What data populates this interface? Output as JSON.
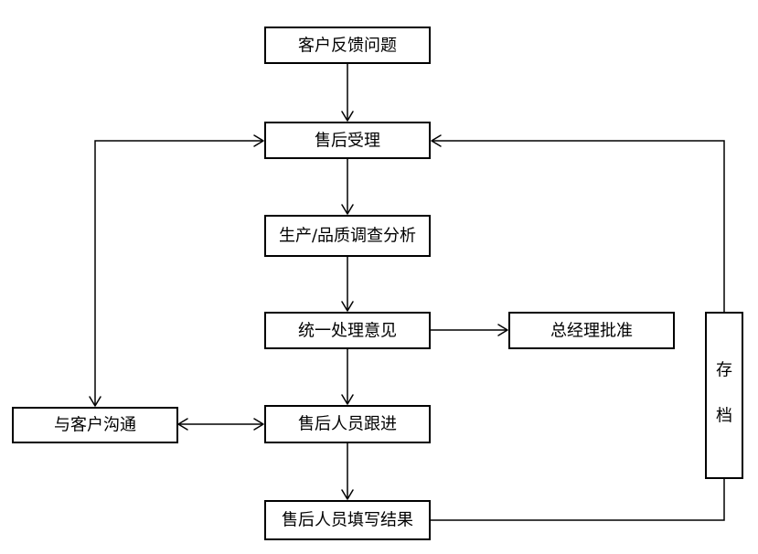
{
  "diagram": {
    "nodes": {
      "customer_feedback": "客户反馈问题",
      "after_sales_intake": "售后受理",
      "production_quality_analysis": "生产/品质调查分析",
      "unified_handling_opinion": "统一处理意见",
      "gm_approval": "总经理批准",
      "after_sales_followup": "售后人员跟进",
      "customer_communication": "与客户沟通",
      "after_sales_record_result": "售后人员填写结果",
      "archive": "存档",
      "archive_char_1": "存",
      "archive_char_2": "档"
    },
    "edges": [
      {
        "from": "customer_feedback",
        "to": "after_sales_intake"
      },
      {
        "from": "after_sales_intake",
        "to": "production_quality_analysis"
      },
      {
        "from": "production_quality_analysis",
        "to": "unified_handling_opinion"
      },
      {
        "from": "unified_handling_opinion",
        "to": "gm_approval"
      },
      {
        "from": "unified_handling_opinion",
        "to": "after_sales_followup"
      },
      {
        "from": "after_sales_followup",
        "to": "after_sales_record_result"
      },
      {
        "from": "after_sales_followup",
        "to": "customer_communication",
        "bidirectional": true
      },
      {
        "from": "customer_communication",
        "to": "after_sales_intake",
        "bidirectional": true
      },
      {
        "from": "after_sales_record_result",
        "to": "archive"
      },
      {
        "from": "archive",
        "to": "after_sales_intake"
      }
    ]
  }
}
